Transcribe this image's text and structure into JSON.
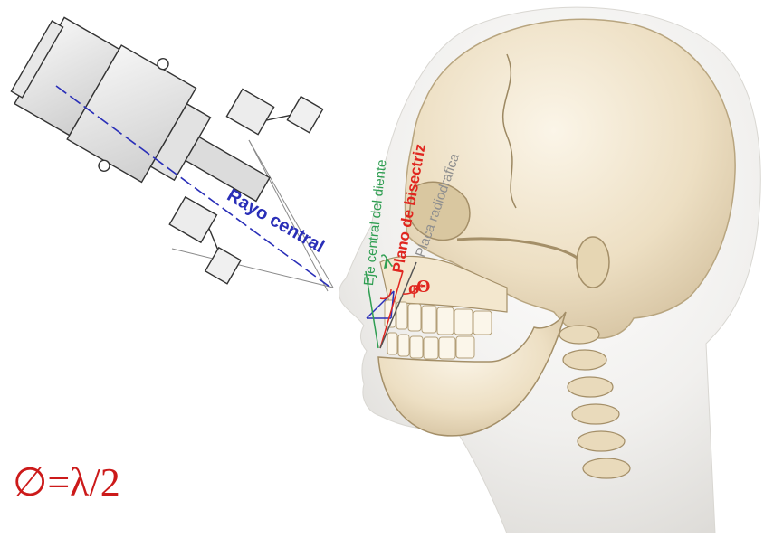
{
  "labels": {
    "rayo_central": "Rayo central",
    "eje_central": "Eje central del diente",
    "plano_bisectriz": "Plano de bisectriz",
    "placa_radiografica": "Placa radiodrafica"
  },
  "formula": "∅=λ/2",
  "angle_symbols": {
    "lambda": "λ",
    "phi": "φ",
    "theta": "Θ"
  },
  "colors": {
    "rayo_central": "#2a2fb8",
    "eje_central": "#2f9e52",
    "plano_bisectriz": "#e0261f",
    "placa_radiografica": "#8f8f8f",
    "formula": "#cc1a1a",
    "skull_bone": "#efe3c9",
    "skin": "#f0efed",
    "device_outline": "#333333"
  },
  "icons": {
    "xray_tube": "xray-tube-icon",
    "skull": "skull-icon"
  }
}
